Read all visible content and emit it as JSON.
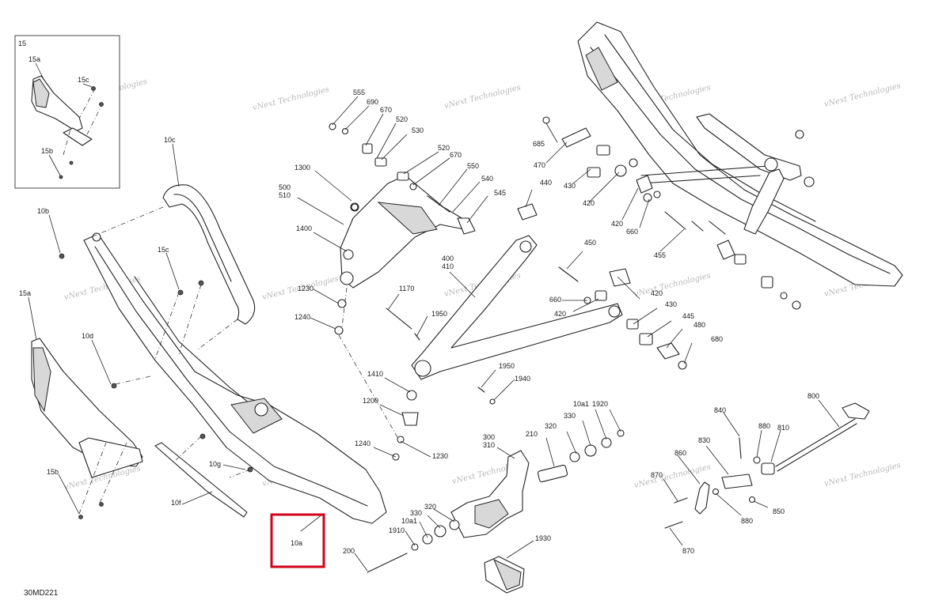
{
  "diagram_id": "30MD221",
  "watermark": "vNext Technologies",
  "highlight_color": "#d0021b",
  "inset": {
    "number": "15",
    "labels": [
      "15a",
      "15c",
      "15b"
    ]
  },
  "highlighted_part": "10a",
  "callouts": {
    "c10c": "10c",
    "c10b": "10b",
    "c15c": "15c",
    "c15a": "15a",
    "c10d": "10d",
    "c15b": "15b",
    "c10g": "10g",
    "c10f": "10f",
    "c10a": "10a",
    "c555": "555",
    "c690": "690",
    "c670a": "670",
    "c520a": "520",
    "c530": "530",
    "c520b": "520",
    "c670b": "670",
    "c550": "550",
    "c540": "540",
    "c545": "545",
    "c1300": "1300",
    "c500": "500",
    "c510": "510",
    "c1400": "1400",
    "c1230a": "1230",
    "c1240a": "1240",
    "c400": "400",
    "c410": "410",
    "c1170": "1170",
    "c1950a": "1950",
    "c1410": "1410",
    "c1200": "1200",
    "c1240b": "1240",
    "c1230b": "1230",
    "c1950b": "1950",
    "c1940": "1940",
    "c685": "685",
    "c470": "470",
    "c430a": "430",
    "c420a": "420",
    "c440": "440",
    "c420b": "420",
    "c660a": "660",
    "c455": "455",
    "c450": "450",
    "c660b": "660",
    "c420c": "420",
    "c420d": "420",
    "c430b": "430",
    "c445": "445",
    "c480": "480",
    "c680": "680",
    "c300": "300",
    "c310": "310",
    "c210": "210",
    "c320a": "320",
    "c330a": "330",
    "c10a1a": "10a1",
    "c1920": "1920",
    "c1910": "1910",
    "c10a1b": "10a1",
    "c330b": "330",
    "c320b": "320",
    "c200": "200",
    "c1930": "1930",
    "c800": "800",
    "c840": "840",
    "c880a": "880",
    "c810": "810",
    "c830": "830",
    "c860": "860",
    "c870a": "870",
    "c880b": "880",
    "c850": "850",
    "c870b": "870"
  }
}
